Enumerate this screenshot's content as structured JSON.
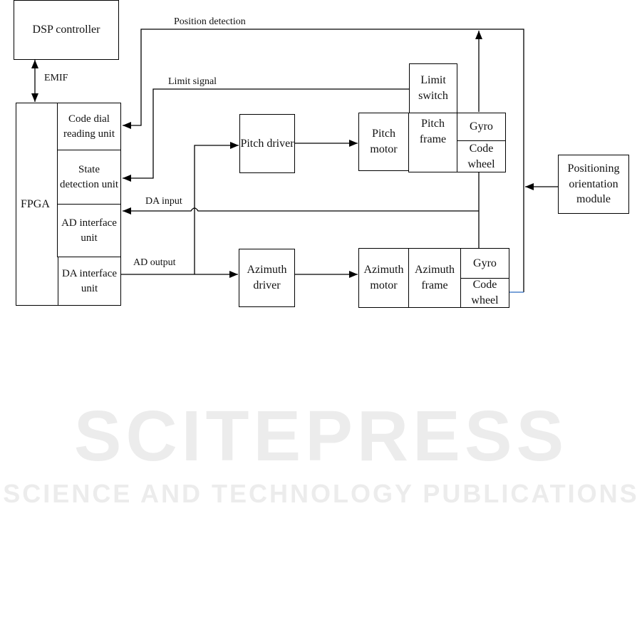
{
  "boxes": {
    "dsp": "DSP controller",
    "fpga": "FPGA",
    "code_dial": "Code dial reading unit",
    "state": "State detection unit",
    "ad_if": "AD interface unit",
    "da_if": "DA interface unit",
    "pitch_driver": "Pitch driver",
    "azimuth_driver": "Azimuth driver",
    "pitch_motor": "Pitch motor",
    "pitch_frame": "Pitch frame",
    "pitch_gyro": "Gyro",
    "pitch_code_wheel": "Code wheel",
    "limit_switch": "Limit switch",
    "azimuth_motor": "Azimuth motor",
    "azimuth_frame": "Azimuth frame",
    "azimuth_gyro": "Gyro",
    "azimuth_code_wheel": "Code wheel",
    "positioning": "Positioning orientation module"
  },
  "labels": {
    "emif": "EMIF",
    "position_detection": "Position detection",
    "limit_signal": "Limit signal",
    "da_input": "DA input",
    "ad_output": "AD output"
  },
  "watermark": {
    "title": "SCITEPRESS",
    "subtitle": "SCIENCE AND TECHNOLOGY PUBLICATIONS"
  }
}
